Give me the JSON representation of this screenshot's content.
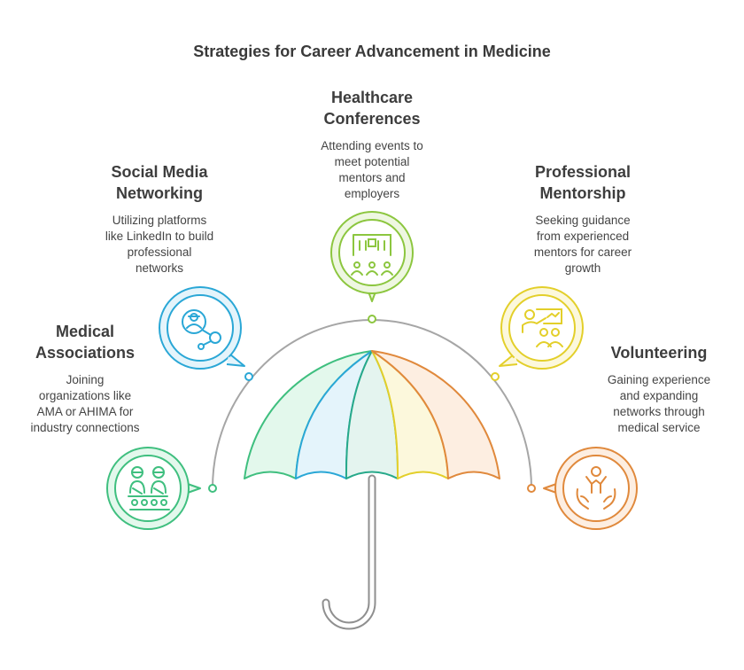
{
  "title": "Strategies for Career Advancement in Medicine",
  "items": [
    {
      "key": "medical",
      "heading": "Medical\nAssociations",
      "description": "Joining\norganizations like\nAMA or AHIMA for\nindustry connections",
      "color": "#3fbf7f",
      "fill": "#e3f8ec",
      "icon": "group-meeting-icon"
    },
    {
      "key": "social",
      "heading": "Social Media\nNetworking",
      "description": "Utilizing platforms\nlike LinkedIn to build\nprofessional\nnetworks",
      "color": "#2aa7d6",
      "fill": "#e4f4fb",
      "icon": "network-user-icon"
    },
    {
      "key": "conferences",
      "heading": "Healthcare\nConferences",
      "description": "Attending events to\nmeet potential\nmentors and\nemployers",
      "color": "#8cc63f",
      "fill": "#eef7e1",
      "icon": "conference-icon"
    },
    {
      "key": "mentorship",
      "heading": "Professional\nMentorship",
      "description": "Seeking guidance\nfrom experienced\nmentors for career\ngrowth",
      "color": "#e3cf2a",
      "fill": "#fcf8dc",
      "icon": "mentor-presentation-icon"
    },
    {
      "key": "volunteering",
      "heading": "Volunteering",
      "description": "Gaining experience\nand expanding\nnetworks through\nmedical service",
      "color": "#e0893c",
      "fill": "#fdeee1",
      "icon": "volunteer-hands-icon"
    }
  ]
}
